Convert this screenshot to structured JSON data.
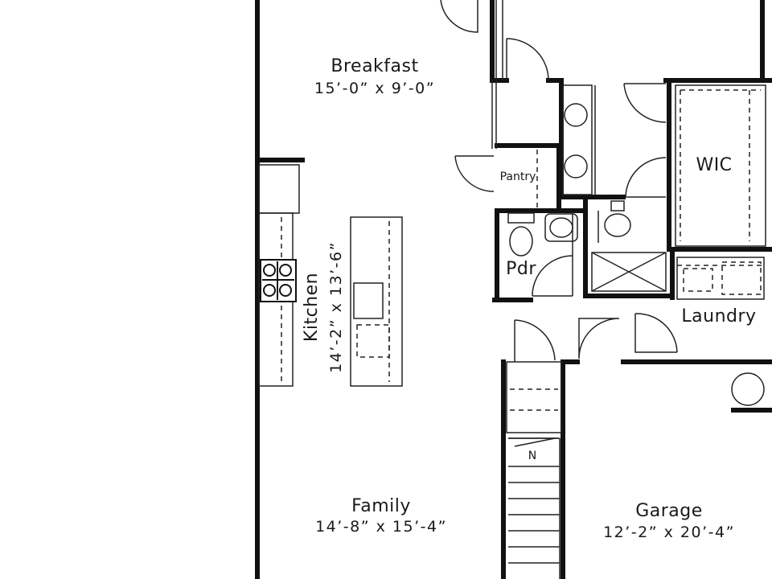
{
  "rooms": {
    "breakfast": {
      "name": "Breakfast",
      "dims": "15’-0” x 9’-0”"
    },
    "kitchen": {
      "name": "Kitchen",
      "dims": "14’-2” x 13’-6”"
    },
    "family": {
      "name": "Family",
      "dims": "14’-8” x 15’-4”"
    },
    "garage": {
      "name": "Garage",
      "dims": "12’-2” x 20’-4”"
    },
    "pantry": {
      "name": "Pantry"
    },
    "powder": {
      "name": "Pdr"
    },
    "wic": {
      "name": "WIC"
    },
    "laundry": {
      "name": "Laundry"
    }
  },
  "stairs": {
    "direction_label": "N"
  }
}
